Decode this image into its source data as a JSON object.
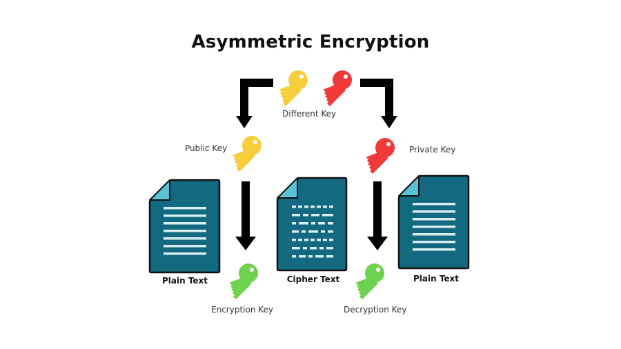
{
  "title": "Asymmetric Encryption",
  "labels": {
    "different_key": "Different Key",
    "public_key": "Public Key",
    "private_key": "Private Key",
    "encryption_key": "Encryption Key",
    "decryption_key": "Decryption Key"
  },
  "documents": {
    "plain_text_left": "Plain Text",
    "cipher_text": "Cipher Text",
    "plain_text_right": "Plain Text"
  },
  "colors": {
    "public_key": "#f6cd3c",
    "private_key": "#f03a3a",
    "session_key": "#6fd24e",
    "document": "#136a80",
    "document_fold": "#5ac2d6",
    "arrow": "#000000"
  },
  "icons": {
    "key": "key-icon",
    "document": "document-icon",
    "arrow": "arrow-down-icon"
  }
}
